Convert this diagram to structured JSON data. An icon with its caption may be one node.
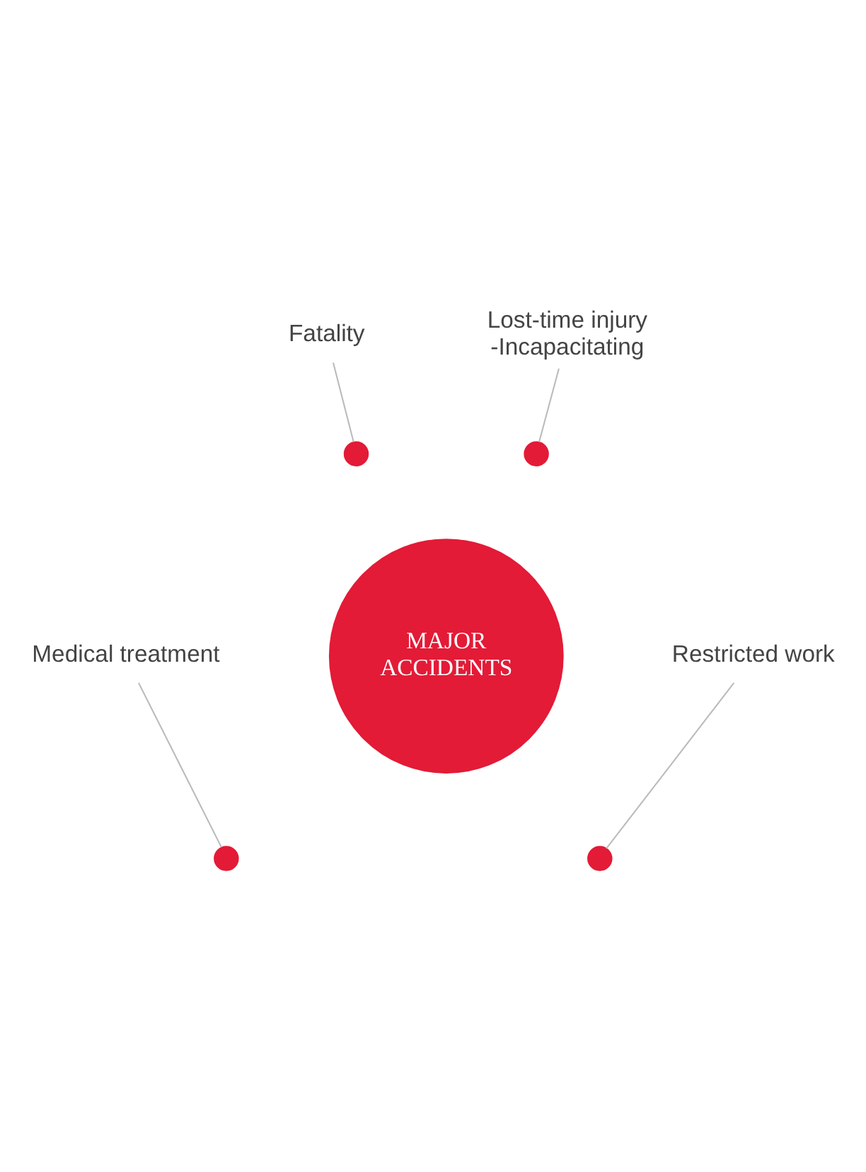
{
  "diagram": {
    "nodes": [
      {
        "text": [
          "Fatality"
        ]
      },
      {
        "text": [],
        "shape": "circle"
      },
      {
        "text": [
          "Lost-time injury -Incapacitating"
        ]
      },
      {
        "text": [],
        "shape": "circle"
      },
      {
        "text": [
          "MAJOR ACCIDENTS"
        ]
      },
      {
        "text": [],
        "shape": "circle"
      },
      {
        "text": [
          "Medical treatment"
        ]
      },
      {
        "text": [],
        "shape": "circle"
      },
      {
        "text": [
          "Restricted work"
        ]
      }
    ],
    "edges": [
      {
        "from": 0,
        "to": 1,
        "arrow": "none"
      },
      {
        "from": 2,
        "to": 3,
        "arrow": "none"
      },
      {
        "from": 6,
        "to": 5,
        "arrow": "none"
      },
      {
        "from": 8,
        "to": 7,
        "arrow": "none"
      }
    ]
  }
}
